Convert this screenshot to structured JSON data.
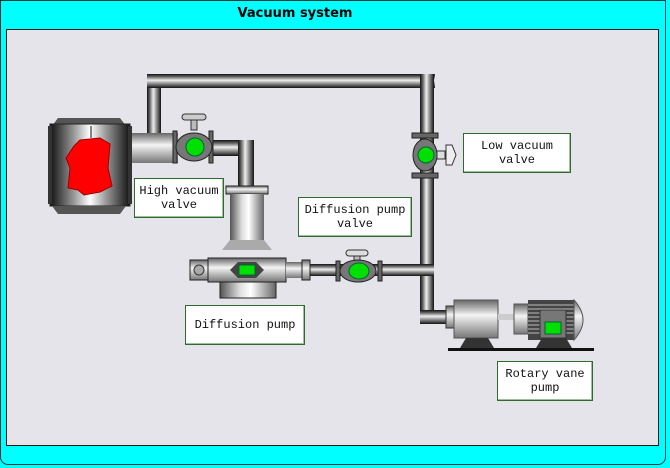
{
  "window": {
    "title": "Vacuum system"
  },
  "labels": {
    "high_vacuum_valve": "High vacuum valve",
    "low_vacuum_valve": "Low vacuum valve",
    "diffusion_pump_valve": "Diffusion pump valve",
    "diffusion_pump": "Diffusion pump",
    "rotary_vane_pump": "Rotary vane pump"
  },
  "status_colors": {
    "valve_open": "#00E000",
    "chamber_fill": "#FF0000",
    "frame": "#00FFFF",
    "panel": "#E4E4EA"
  }
}
